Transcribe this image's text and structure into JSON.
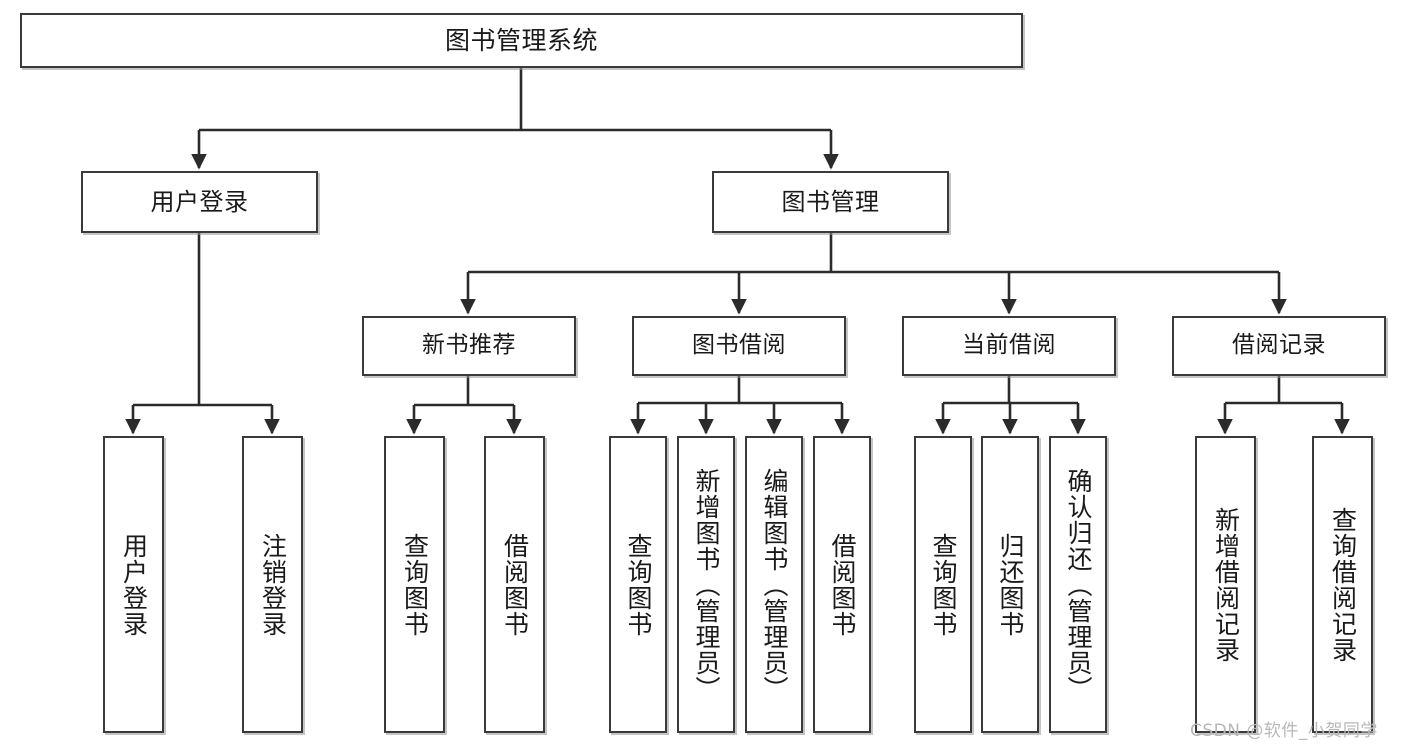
{
  "diagram": {
    "title": "图书管理系统",
    "type": "tree-hierarchy",
    "watermark": "CSDN @软件_小贺同学",
    "colors": {
      "node_border": "#3a3a3a",
      "node_fill": "#ffffff",
      "edge": "#2b2b2b",
      "text": "#1a1a1a",
      "watermark": "#b8b8b8",
      "background": "#ffffff"
    },
    "nodes": {
      "root": {
        "label": "图书管理系统"
      },
      "level2": [
        {
          "id": "user-login",
          "label": "用户登录"
        },
        {
          "id": "book-manage",
          "label": "图书管理"
        }
      ],
      "level3": [
        {
          "id": "new-book-rec",
          "label": "新书推荐"
        },
        {
          "id": "book-borrow",
          "label": "图书借阅"
        },
        {
          "id": "current-borrow",
          "label": "当前借阅"
        },
        {
          "id": "borrow-record",
          "label": "借阅记录"
        }
      ],
      "leaves": [
        {
          "id": "leaf-user-login",
          "parent": "user-login",
          "label": "用户登录"
        },
        {
          "id": "leaf-user-logout",
          "parent": "user-login",
          "label": "注销登录"
        },
        {
          "id": "leaf-query-book-1",
          "parent": "new-book-rec",
          "label": "查询图书"
        },
        {
          "id": "leaf-borrow-book-1",
          "parent": "new-book-rec",
          "label": "借阅图书"
        },
        {
          "id": "leaf-query-book-2",
          "parent": "book-borrow",
          "label": "查询图书"
        },
        {
          "id": "leaf-add-book",
          "parent": "book-borrow",
          "label": "新增图书（管理员）"
        },
        {
          "id": "leaf-edit-book",
          "parent": "book-borrow",
          "label": "编辑图书（管理员）"
        },
        {
          "id": "leaf-borrow-book-2",
          "parent": "book-borrow",
          "label": "借阅图书"
        },
        {
          "id": "leaf-query-book-3",
          "parent": "current-borrow",
          "label": "查询图书"
        },
        {
          "id": "leaf-return-book",
          "parent": "current-borrow",
          "label": "归还图书"
        },
        {
          "id": "leaf-confirm-return",
          "parent": "current-borrow",
          "label": "确认归还（管理员）"
        },
        {
          "id": "leaf-add-record",
          "parent": "borrow-record",
          "label": "新增借阅记录"
        },
        {
          "id": "leaf-query-record",
          "parent": "borrow-record",
          "label": "查询借阅记录"
        }
      ]
    }
  }
}
